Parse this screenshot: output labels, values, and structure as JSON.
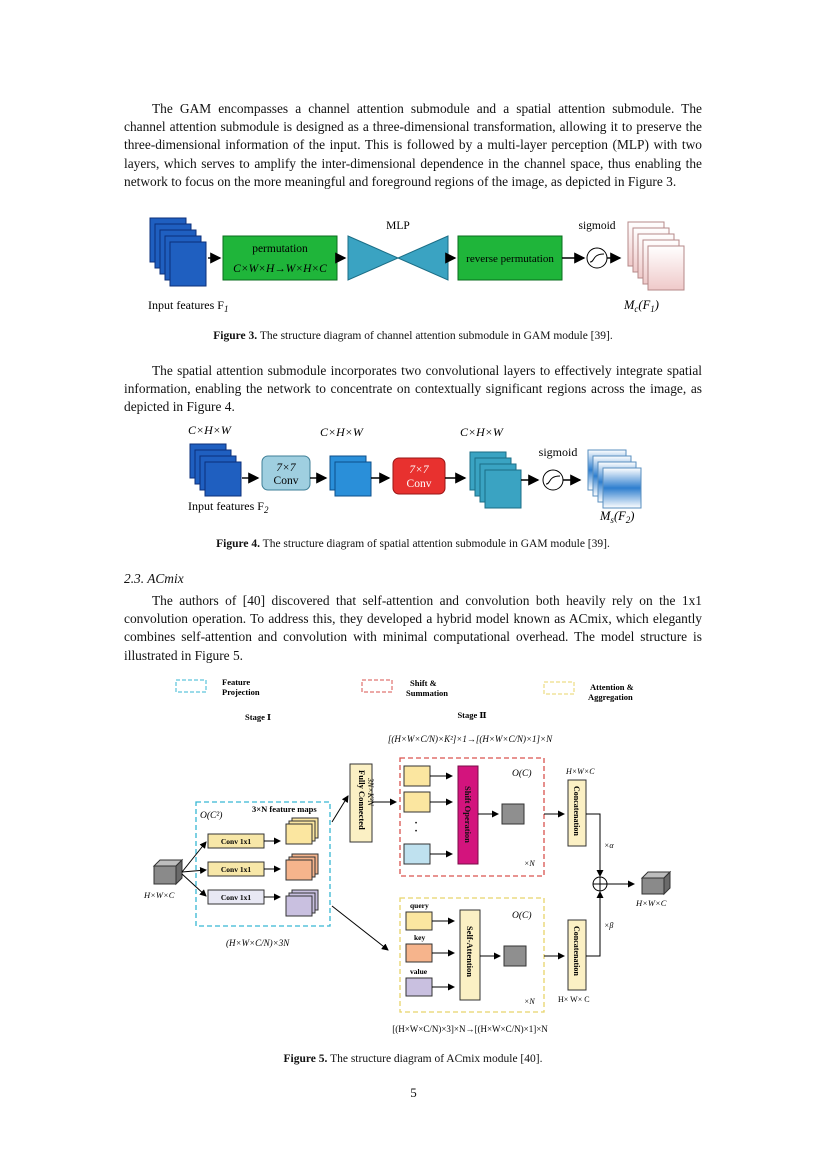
{
  "paragraph1": "The GAM encompasses a channel attention submodule and a spatial attention submodule. The channel attention submodule is designed as a three-dimensional transformation, allowing it to preserve the three-dimensional information of the input. This is followed by a multi-layer perception (MLP) with two layers, which serves to amplify the inter-dimensional dependence in the channel space, thus enabling the network to focus on the more meaningful and foreground regions of the image, as depicted in Figure 3.",
  "figure3": {
    "mlp": "MLP",
    "sigmoid": "sigmoid",
    "permutation": "permutation",
    "permutation_formula": "C×W×H→W×H×C",
    "reverse_permutation": "reverse permutation",
    "input_label": "Input features F",
    "input_sub": "1",
    "output_label": "M",
    "output_sub": "c",
    "output_arg": "(F",
    "output_arg_sub": "1",
    "output_close": ")",
    "caption_label": "Figure 3.",
    "caption_text": " The structure diagram of channel attention submodule in GAM module [39].",
    "colors": {
      "blue": "#1f5fc0",
      "green": "#1fb53a",
      "teal": "#3aa3c2",
      "pink": "#f3d6d6"
    }
  },
  "paragraph2": "The spatial attention submodule incorporates two convolutional layers to effectively integrate spatial information, enabling the network to concentrate on contextually significant regions across the image, as depicted in Figure 4.",
  "figure4": {
    "dim1": "C×H×W",
    "dim2": "C×H×W",
    "dim3": "C×H×W",
    "conv1_size": "7×7",
    "conv1_label": "Conv",
    "conv2_size": "7×7",
    "conv2_label": "Conv",
    "sigmoid": "sigmoid",
    "input_label": "Input features F",
    "input_sub": "2",
    "output_label": "M",
    "output_sub": "s",
    "output_arg": "(F",
    "output_arg_sub": "2",
    "output_close": ")",
    "caption_label": "Figure 4.",
    "caption_text": " The structure diagram of spatial attention submodule in GAM module [39]."
  },
  "section_heading": "2.3. ACmix",
  "paragraph3": "The authors of [40] discovered that self-attention and convolution both heavily rely on the 1x1 convolution operation. To address this, they developed a hybrid model known as ACmix, which elegantly combines self-attention and convolution with minimal computational overhead. The model structure is illustrated in Figure 5.",
  "figure5": {
    "legend_feature": "Feature",
    "legend_projection": "Projection",
    "legend_shift": "Shift &",
    "legend_summation": "Summation",
    "legend_attention": "Attention &",
    "legend_aggregation": "Aggregation",
    "stage1": "Stage Ⅰ",
    "stage2": "Stage Ⅱ",
    "top_formula": "[(H×W×C/N)×K²]×1→[(H×W×C/N)×1]×N",
    "bottom_formula": "[(H×W×C/N)×3]×N→[(H×W×C/N)×1]×N",
    "fully_connected": "Fully Connected",
    "fc_dims": "3N×K²N",
    "complexity_c2": "O(C²)",
    "complexity_c_top": "O(C)",
    "complexity_c_bottom": "O(C)",
    "feature_maps": "3×N feature maps",
    "conv": "Conv 1x1",
    "input_dim": "H×W×C",
    "stage1_dim": "(H×W×C/N)×3N",
    "shift_operation": "Shift Operation",
    "self_attention": "Self-Attention",
    "query": "query",
    "key": "key",
    "value": "value",
    "times_n": "×N",
    "concatenation": "Concatenation",
    "concat_dim_top": "H×W×C",
    "concat_dim_bottom": "H× W× C",
    "alpha": "×α",
    "beta": "×β",
    "output_dim": "H×W×C",
    "caption_label": "Figure 5.",
    "caption_text": " The structure diagram of ACmix module [40]."
  },
  "page_number": "5"
}
